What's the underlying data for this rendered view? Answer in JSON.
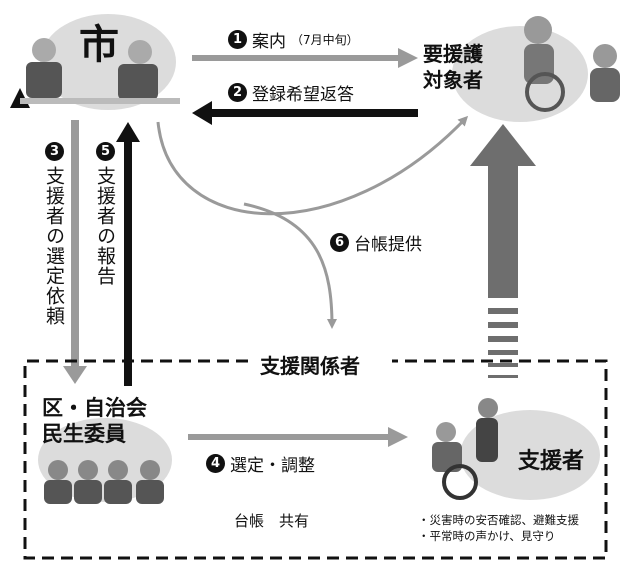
{
  "nodes": {
    "city": "市",
    "target": [
      "要援護",
      "対象者"
    ],
    "community": [
      "区・自治会",
      "民生委員"
    ],
    "supporter": "支援者",
    "group_title": "支援関係者"
  },
  "steps": [
    {
      "num": "1",
      "label": "案内",
      "note": "（7月中旬）"
    },
    {
      "num": "2",
      "label": "登録希望返答"
    },
    {
      "num": "3",
      "label": "支援者の選定依頼"
    },
    {
      "num": "4",
      "label": "選定・調整"
    },
    {
      "num": "5",
      "label": "支援者の報告"
    },
    {
      "num": "6",
      "label": "台帳提供"
    }
  ],
  "shared_ledger": "台帳　共有",
  "supporter_roles": [
    "・災害時の安否確認、避難支援",
    "・平常時の声かけ、見守り"
  ]
}
